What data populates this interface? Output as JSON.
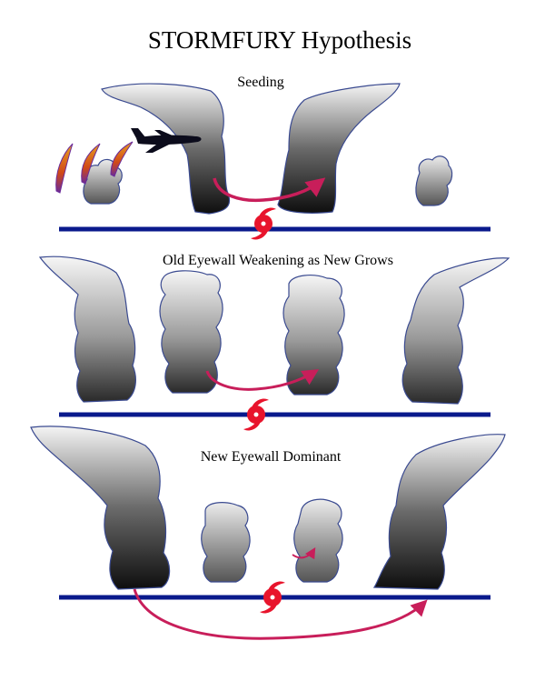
{
  "diagram": {
    "title": "STORMFURY  Hypothesis",
    "panels": [
      {
        "label": "Seeding"
      },
      {
        "label": "Old Eyewall Weakening as New Grows"
      },
      {
        "label": "New Eyewall Dominant"
      }
    ]
  },
  "colors": {
    "ground_line": "#0a1a8c",
    "arrow": "#c81e5a",
    "hurricane_symbol": "#e8142c",
    "cloud_light": "#f4f4f4",
    "cloud_dark": "#1a1a1a",
    "cloud_outline": "#3a4a90",
    "airplane": "#0c0c1c",
    "flare_outer": "#d8801a",
    "flare_inner": "#7a2a9a"
  },
  "icons": [
    "airplane-icon",
    "hurricane-symbol-icon",
    "seeding-flare-icon",
    "circulation-arrow-icon"
  ]
}
